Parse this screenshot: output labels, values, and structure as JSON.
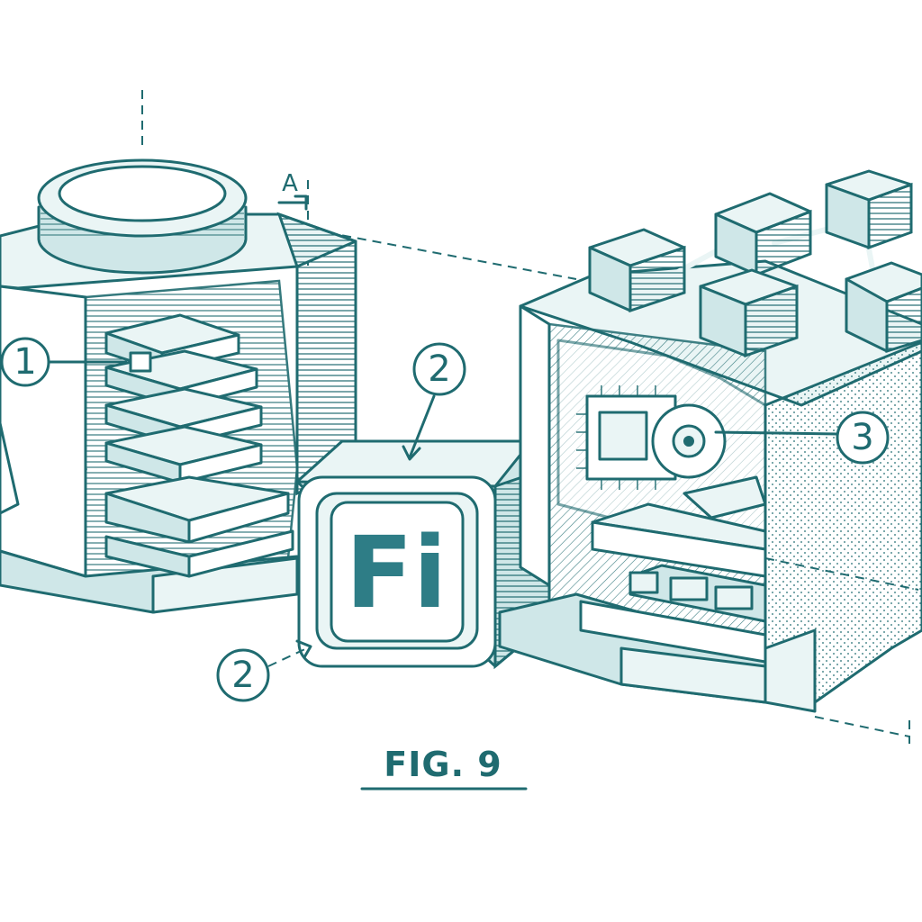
{
  "figure": {
    "caption": "FIG. 9",
    "section_marker": "A",
    "logo_label": "Fi"
  },
  "callouts": [
    {
      "id": "1",
      "label": "1"
    },
    {
      "id": "2-top",
      "label": "2"
    },
    {
      "id": "2-bottom",
      "label": "2"
    },
    {
      "id": "3",
      "label": "3"
    }
  ],
  "colors": {
    "ink": "#1f6b70",
    "fill_light": "#eaf5f5",
    "fill_mid": "#cfe7e8",
    "fill_dark": "#a9d3d5",
    "logo": "#2e7d86"
  }
}
